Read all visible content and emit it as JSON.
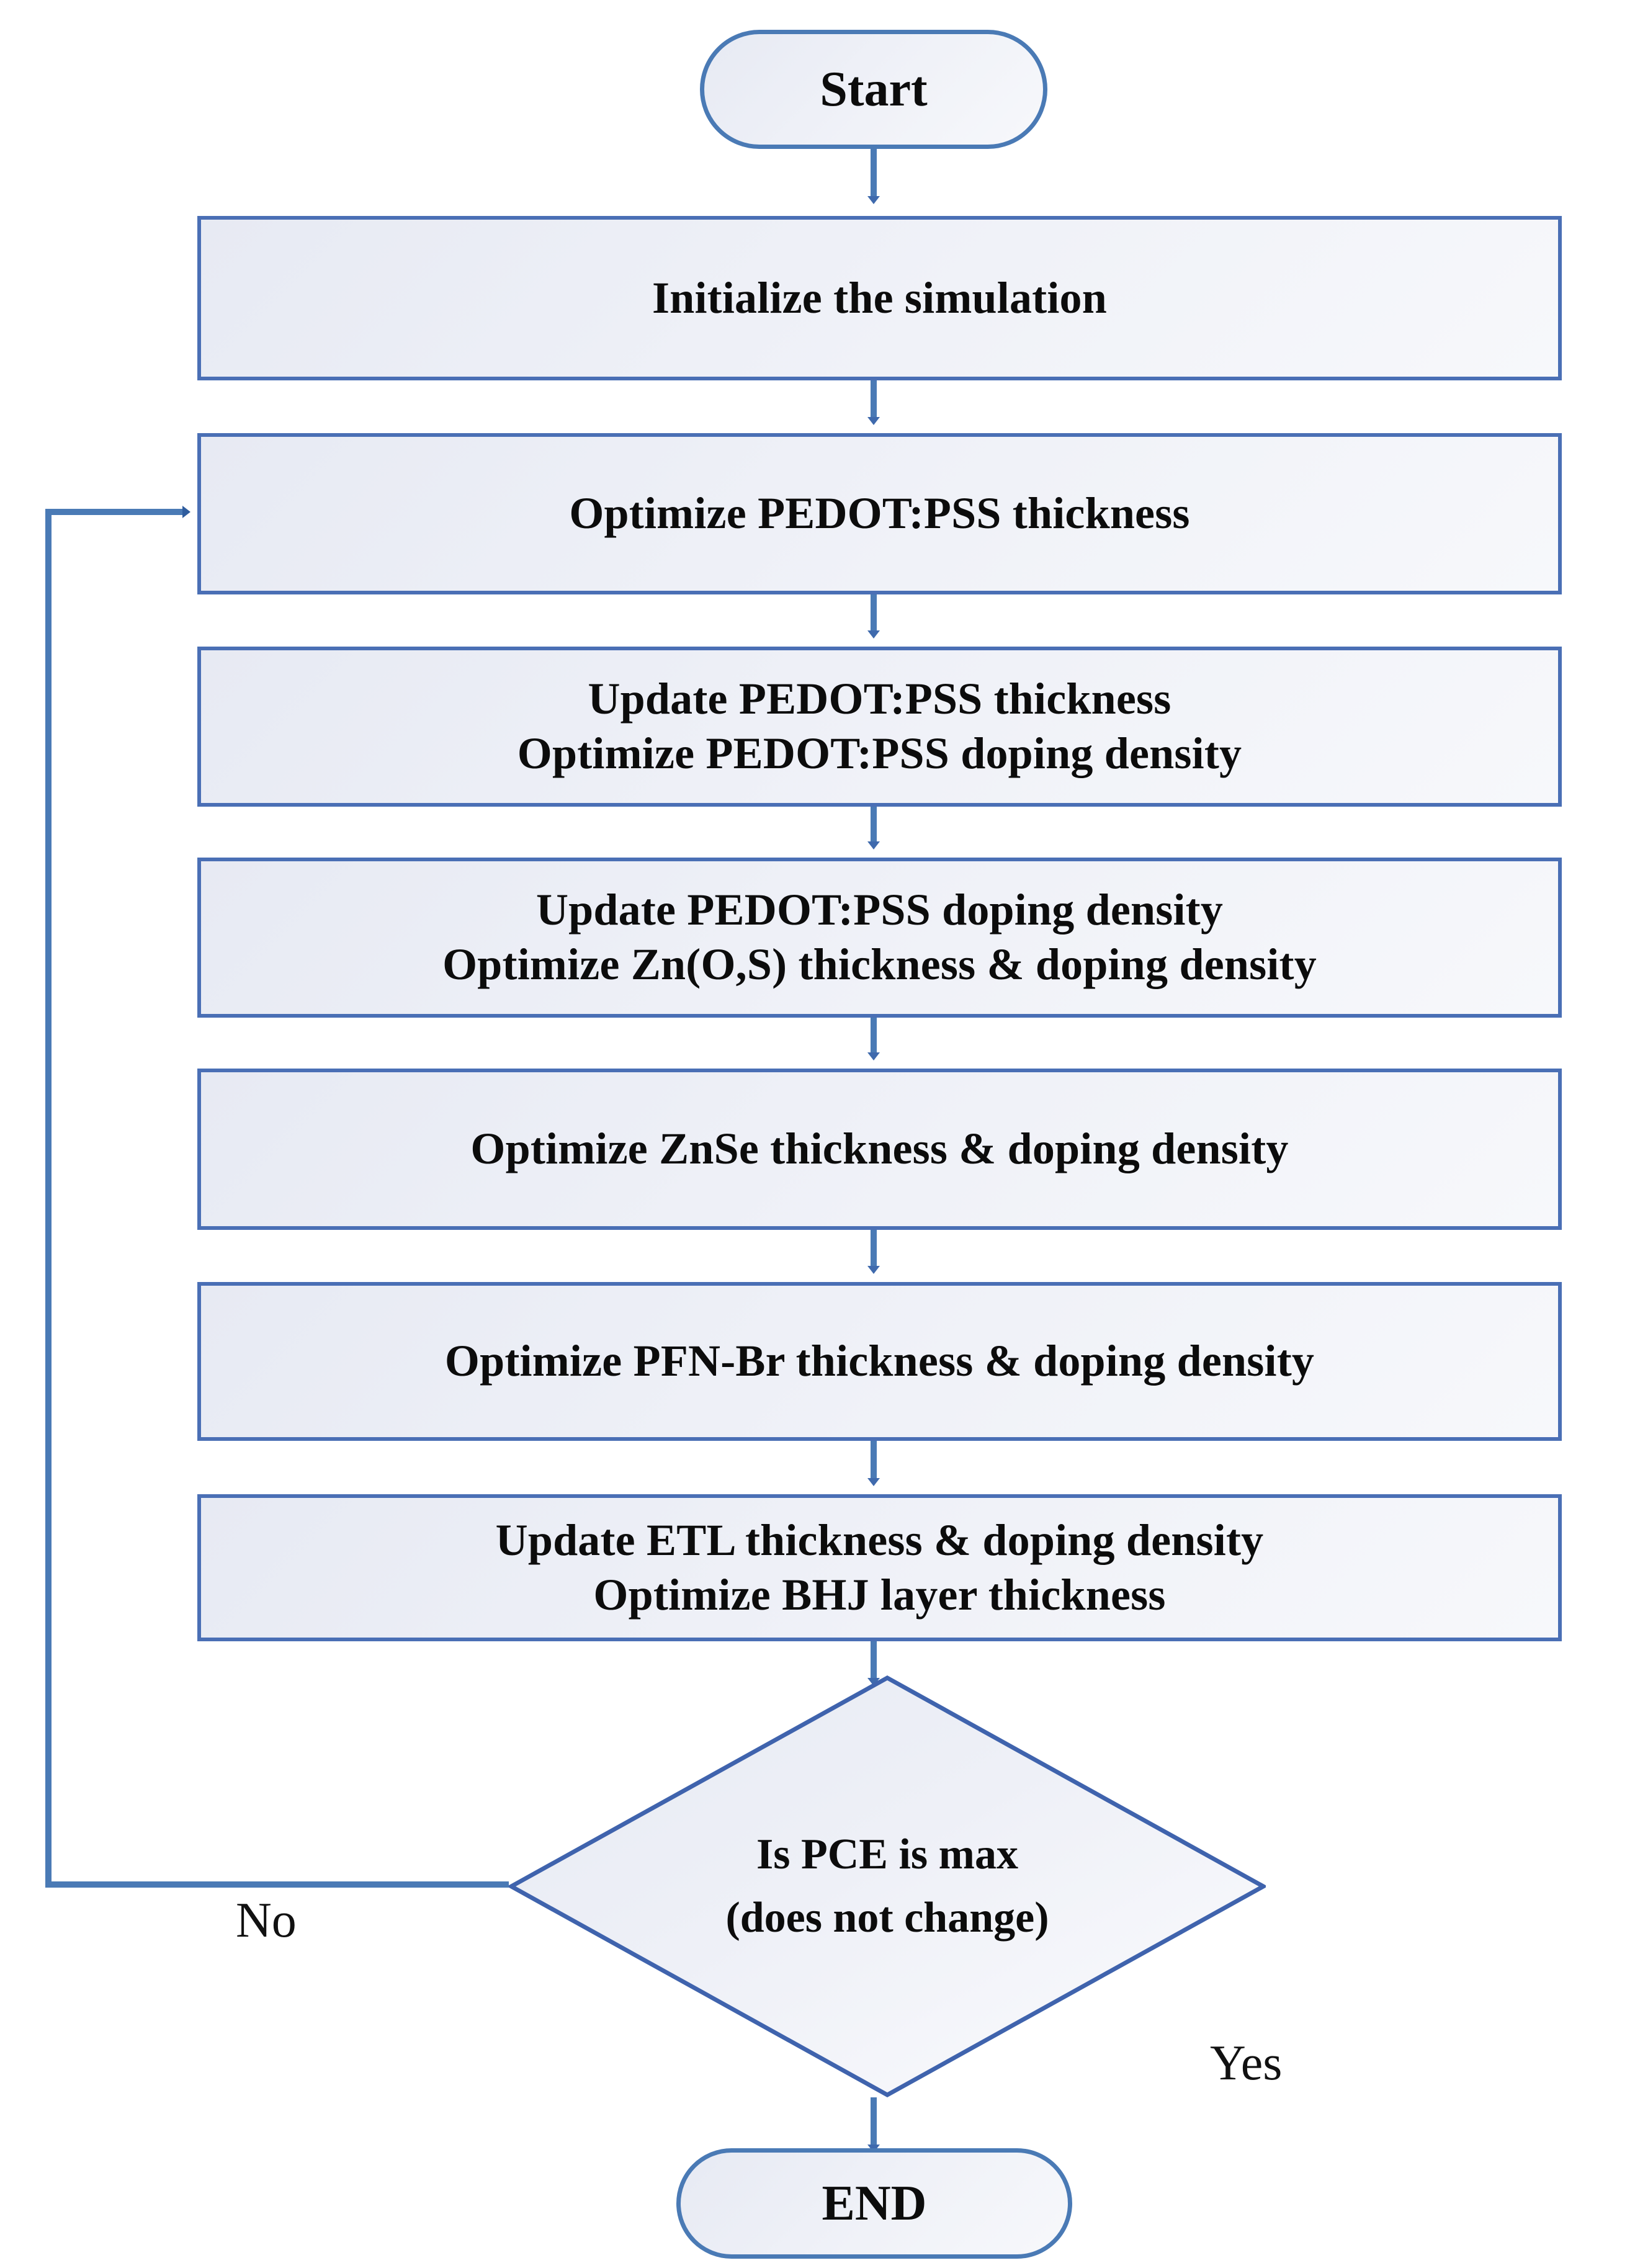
{
  "diagram": {
    "type": "flowchart",
    "title": "Simulation optimization flowchart",
    "colors": {
      "process_border": "#4a6fb5",
      "terminator_border": "#4a7ab5",
      "decision_border": "#3f63ad",
      "connector": "#4a7ab5",
      "fill_light": "#f7f8fb",
      "fill_dark": "#e7eaf3",
      "text": "#0c0c0c"
    },
    "nodes": {
      "start": {
        "label": "Start",
        "shape": "terminator"
      },
      "step1": {
        "line1": "Initialize the simulation",
        "shape": "process"
      },
      "step2": {
        "line1": "Optimize PEDOT:PSS thickness",
        "shape": "process"
      },
      "step3": {
        "line1": "Update PEDOT:PSS thickness",
        "line2": "Optimize PEDOT:PSS doping density",
        "shape": "process"
      },
      "step4": {
        "line1": "Update PEDOT:PSS doping density",
        "line2": "Optimize Zn(O,S) thickness & doping density",
        "shape": "process"
      },
      "step5": {
        "line1": "Optimize ZnSe thickness & doping density",
        "shape": "process"
      },
      "step6": {
        "line1": "Optimize PFN-Br thickness & doping density",
        "shape": "process"
      },
      "step7": {
        "line1": "Update ETL thickness & doping density",
        "line2": "Optimize BHJ layer thickness",
        "shape": "process"
      },
      "decision": {
        "line1": "Is PCE is max",
        "line2": "(does not change)",
        "shape": "decision"
      },
      "end": {
        "label": "END",
        "shape": "terminator"
      }
    },
    "edge_labels": {
      "no": "No",
      "yes": "Yes"
    }
  }
}
